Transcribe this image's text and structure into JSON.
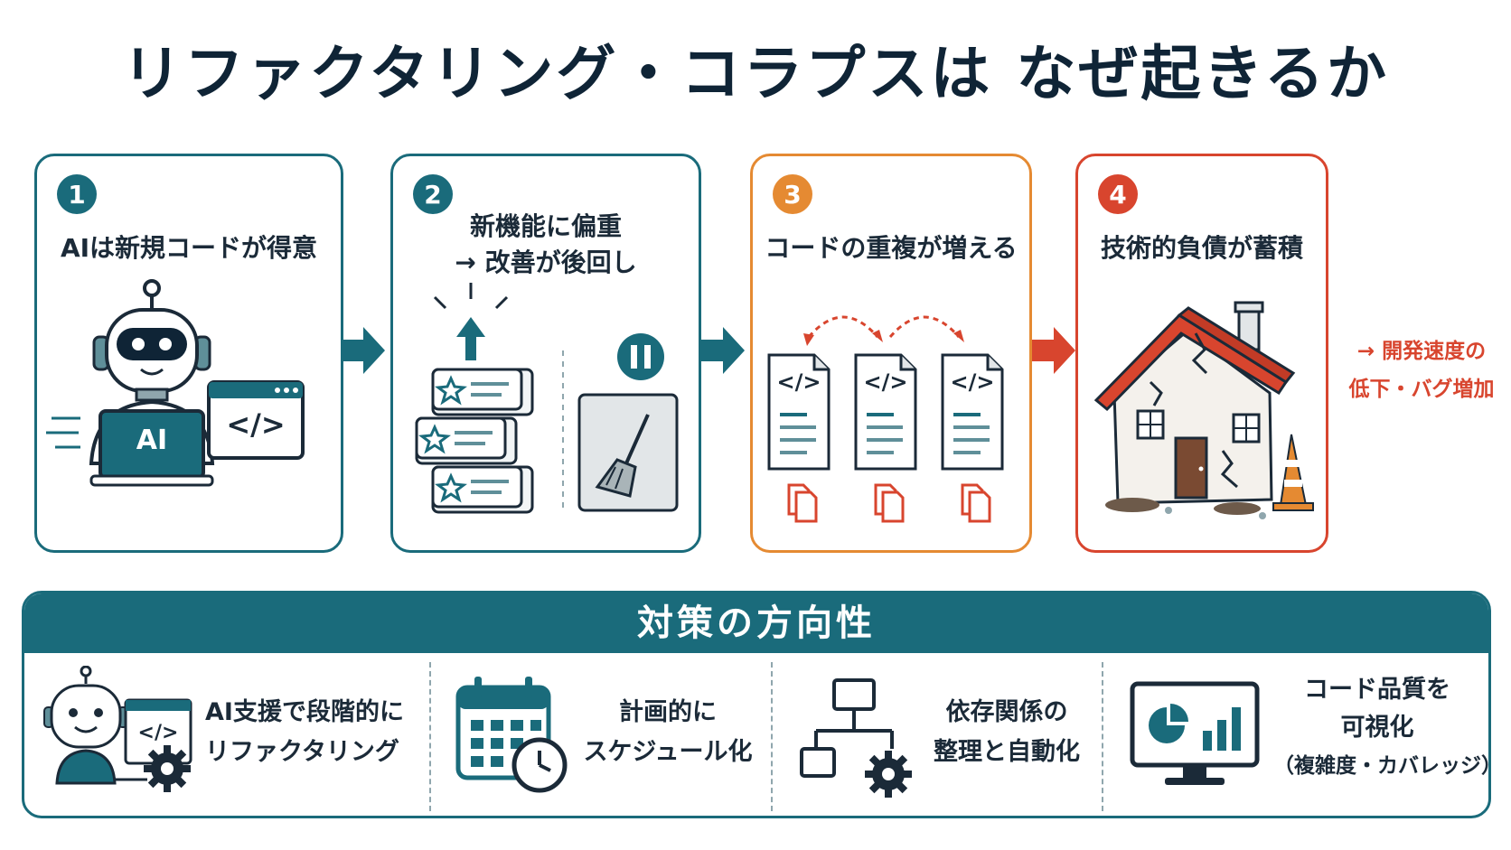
{
  "title": "リファクタリング・コラプスは なぜ起きるか",
  "steps": [
    {
      "num": "1",
      "label_lines": [
        "AIは新規コードが得意"
      ],
      "icon_label": "AI",
      "code_glyph": "</>"
    },
    {
      "num": "2",
      "label_lines": [
        "新機能に偏重",
        "→ 改善が後回し"
      ]
    },
    {
      "num": "3",
      "label_lines": [
        "コードの重複が増える"
      ],
      "code_glyph": "</>"
    },
    {
      "num": "4",
      "label_lines": [
        "技術的負債が蓄積"
      ]
    }
  ],
  "outcome": {
    "line1": "→ 開発速度の",
    "line2": "低下・バグ増加"
  },
  "countermeasures": {
    "heading": "対策の方向性",
    "items": [
      {
        "lines": [
          "AI支援で段階的に",
          "リファクタリング"
        ],
        "icon": "robot-code-gear-icon",
        "code_glyph": "</>"
      },
      {
        "lines": [
          "計画的に",
          "スケジュール化"
        ],
        "icon": "calendar-clock-icon"
      },
      {
        "lines": [
          "依存関係の",
          "整理と自動化"
        ],
        "icon": "hierarchy-gear-icon"
      },
      {
        "lines": [
          "コード品質を",
          "可視化",
          "（複雑度・カバレッジ）"
        ],
        "icon": "monitor-chart-icon"
      }
    ]
  },
  "colors": {
    "teal": "#1a6b7b",
    "orange": "#e58a32",
    "red": "#d8452e",
    "dark": "#0f2436"
  }
}
